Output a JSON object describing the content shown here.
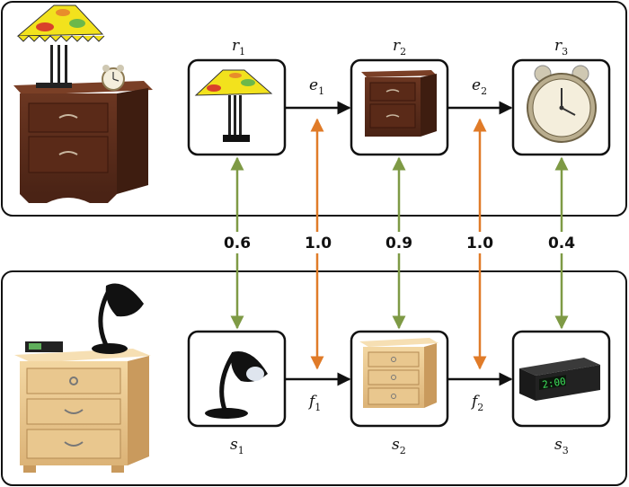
{
  "top_scene": {
    "nodes": [
      {
        "letter": "r",
        "sub": "1",
        "icon": "tiffany-lamp-icon"
      },
      {
        "letter": "r",
        "sub": "2",
        "icon": "nightstand-icon"
      },
      {
        "letter": "r",
        "sub": "3",
        "icon": "alarm-clock-icon"
      }
    ],
    "edges": [
      {
        "letter": "e",
        "sub": "1"
      },
      {
        "letter": "e",
        "sub": "2"
      }
    ]
  },
  "bottom_scene": {
    "nodes": [
      {
        "letter": "s",
        "sub": "1",
        "icon": "desk-lamp-icon"
      },
      {
        "letter": "s",
        "sub": "2",
        "icon": "nightstand-icon"
      },
      {
        "letter": "s",
        "sub": "3",
        "icon": "digital-clock-icon"
      }
    ],
    "edges": [
      {
        "letter": "f",
        "sub": "1"
      },
      {
        "letter": "f",
        "sub": "2"
      }
    ],
    "clock_display": "2:00"
  },
  "node_scores": [
    "0.6",
    "0.9",
    "0.4"
  ],
  "edge_scores": [
    "1.0",
    "1.0"
  ],
  "colors": {
    "node_match": "#7e9a45",
    "edge_match": "#e07b28",
    "frame": "#111111"
  }
}
